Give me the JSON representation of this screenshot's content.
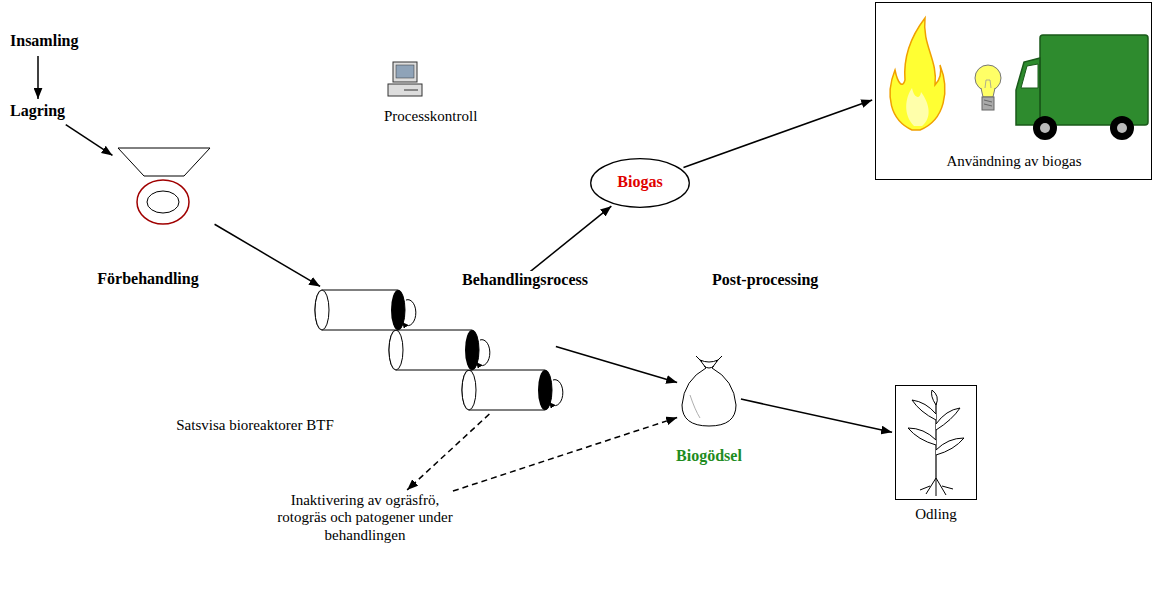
{
  "diagram": {
    "nodes": [
      {
        "text": [
          "Insamling"
        ]
      },
      {
        "text": [
          "Lagring"
        ]
      },
      {
        "text": [
          "Förbehandling"
        ]
      },
      {
        "text": [
          "Satsvisa bioreaktorer BTF"
        ]
      },
      {
        "text": [
          "Biogas"
        ]
      },
      {
        "text": [
          "Användning av biogas"
        ]
      },
      {
        "text": [
          "Biogödsel"
        ]
      },
      {
        "text": [
          "Odling"
        ]
      },
      {
        "text": [
          "Inaktivering av ogräsfrö, rotogräs och patogener under behandlingen"
        ]
      }
    ],
    "edges": [
      {
        "from": 0,
        "to": 1,
        "arrow": "to"
      },
      {
        "from": 1,
        "to": 2,
        "arrow": "to"
      },
      {
        "from": 2,
        "to": 3,
        "arrow": "to"
      },
      {
        "from": 3,
        "to": 4,
        "arrow": "to"
      },
      {
        "from": 4,
        "to": 5,
        "arrow": "to"
      },
      {
        "from": 3,
        "to": 6,
        "arrow": "to"
      },
      {
        "from": 6,
        "to": 7,
        "arrow": "to"
      },
      {
        "from": 3,
        "to": 8,
        "arrow": "to"
      },
      {
        "from": 8,
        "to": 6,
        "arrow": "to"
      }
    ],
    "labels": [
      "Processkontroll",
      "Behandlingsrocess",
      "Post-processing"
    ]
  }
}
